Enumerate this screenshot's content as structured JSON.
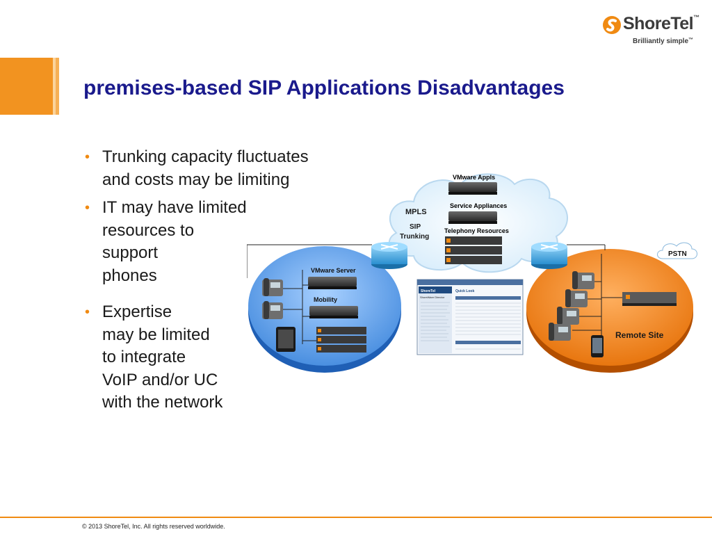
{
  "logo": {
    "name": "ShoreTel",
    "tagline": "Brilliantly simple",
    "trademark": "™"
  },
  "title": "premises-based SIP Applications Disadvantages",
  "bullets": [
    {
      "text": "Trunking capacity fluctuates\nand costs may be limiting"
    },
    {
      "text": "IT may have limited\nresources to\nsupport\nphones"
    },
    {
      "text": "Expertise\nmay be limited\nto integrate\nVoIP and/or UC\nwith the network"
    }
  ],
  "diagram": {
    "cloud": {
      "title": "VMware Appls",
      "service": "Service Appliances",
      "mpls": "MPLS",
      "sip": "SIP",
      "trunking": "Trunking",
      "telephony": "Telephony Resources"
    },
    "hq": {
      "vmware": "VMware Server",
      "mobility": "Mobility"
    },
    "remote": {
      "label": "Remote Site",
      "pstn": "PSTN"
    },
    "director": {
      "app": "ShoreTel",
      "heading": "ShoreWare Director",
      "panel": "Quick Look"
    }
  },
  "colors": {
    "orange": "#f08a12",
    "title_blue": "#1a1a8c",
    "hq_blue": "#4a8fe0",
    "remote_orange": "#e8760f"
  },
  "footer": "© 2013 ShoreTel, Inc. All rights reserved worldwide."
}
